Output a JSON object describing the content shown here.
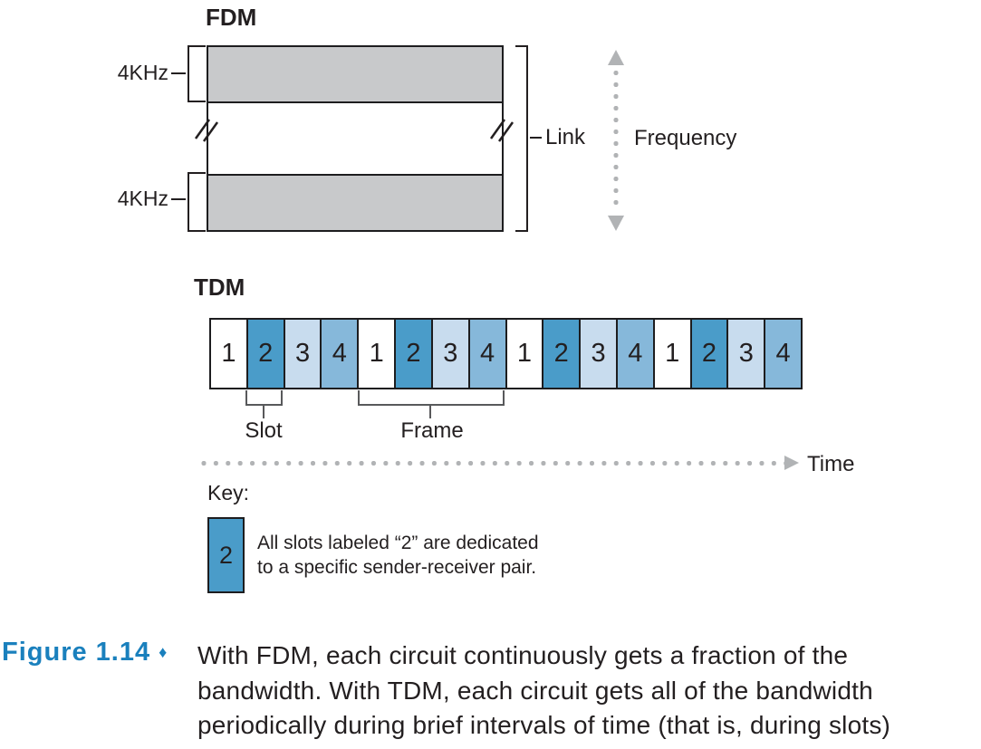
{
  "colors": {
    "band_gray": "#c8c9cb",
    "outline_black": "#1d1d1f",
    "arrow_gray": "#b1b3b5",
    "slot2_blue": "#4a9cc9",
    "slot3_light_blue": "#c8dcee",
    "slot4_mid_blue": "#86b8da",
    "figure_label_blue": "#1a80bd"
  },
  "fdm": {
    "title": "FDM",
    "band_label_top": "4KHz",
    "band_label_bottom": "4KHz",
    "link_label": "Link",
    "frequency_label": "Frequency"
  },
  "tdm": {
    "title": "TDM",
    "slots": [
      "1",
      "2",
      "3",
      "4",
      "1",
      "2",
      "3",
      "4",
      "1",
      "2",
      "3",
      "4",
      "1",
      "2",
      "3",
      "4"
    ],
    "slot_label": "Slot",
    "frame_label": "Frame",
    "time_label": "Time"
  },
  "key": {
    "label": "Key:",
    "box_number": "2",
    "line1": "All slots labeled “2” are dedicated",
    "line2": "to a specific sender-receiver pair."
  },
  "caption": {
    "figure_label": "Figure 1.14",
    "diamond": "♦",
    "lines": [
      "With FDM, each circuit continuously gets a fraction of the",
      "bandwidth. With TDM, each circuit gets all of the bandwidth",
      "periodically during brief intervals of time (that is, during slots)"
    ]
  }
}
